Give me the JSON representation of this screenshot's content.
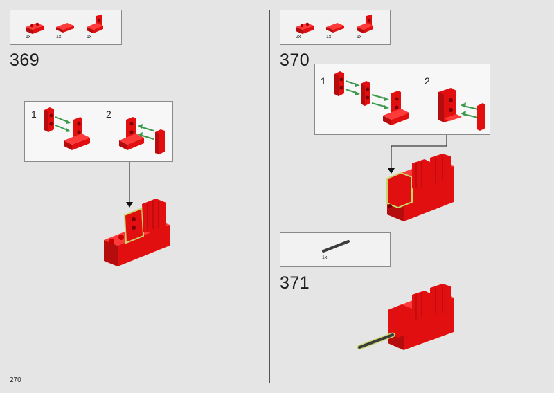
{
  "page": {
    "number": "270"
  },
  "steps": [
    {
      "number": "369",
      "parts": [
        "1x",
        "1x",
        "1x"
      ],
      "subassembly": [
        "1",
        "2"
      ]
    },
    {
      "number": "370",
      "parts": [
        "2x",
        "1x",
        "1x"
      ],
      "subassembly": [
        "1",
        "2"
      ]
    },
    {
      "number": "371",
      "parts": [
        "1x"
      ]
    }
  ],
  "colors": {
    "brick_red": "#e10f0f",
    "brick_dark": "#9e0b0b",
    "arrow_green": "#3a9a4a",
    "highlight": "#c9d66b",
    "axle": "#3b3b3b"
  }
}
